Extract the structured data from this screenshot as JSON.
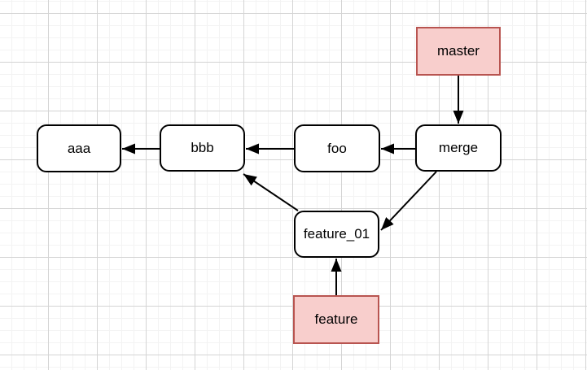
{
  "canvas": {
    "background": "#ffffff",
    "grid_minor_color": "#f3f3f3",
    "grid_major_color": "#d4d4d4",
    "grid_minor_size": 15,
    "grid_major_size": 60
  },
  "colors": {
    "branch_fill": "#f8cecc",
    "branch_stroke": "#b85450",
    "commit_fill": "#ffffff",
    "commit_stroke": "#000000",
    "arrow": "#000000",
    "text": "#000000"
  },
  "nodes": {
    "master": {
      "label": "master",
      "style": "branch"
    },
    "merge": {
      "label": "merge",
      "style": "commit"
    },
    "foo": {
      "label": "foo",
      "style": "commit"
    },
    "bbb": {
      "label": "bbb",
      "style": "commit"
    },
    "aaa": {
      "label": "aaa",
      "style": "commit"
    },
    "feature_01": {
      "label": "feature_01",
      "style": "commit"
    },
    "feature": {
      "label": "feature",
      "style": "branch"
    }
  },
  "edges": [
    {
      "from": "master",
      "to": "merge"
    },
    {
      "from": "merge",
      "to": "foo"
    },
    {
      "from": "foo",
      "to": "bbb"
    },
    {
      "from": "bbb",
      "to": "aaa"
    },
    {
      "from": "merge",
      "to": "feature_01"
    },
    {
      "from": "feature_01",
      "to": "bbb"
    },
    {
      "from": "feature",
      "to": "feature_01"
    }
  ]
}
